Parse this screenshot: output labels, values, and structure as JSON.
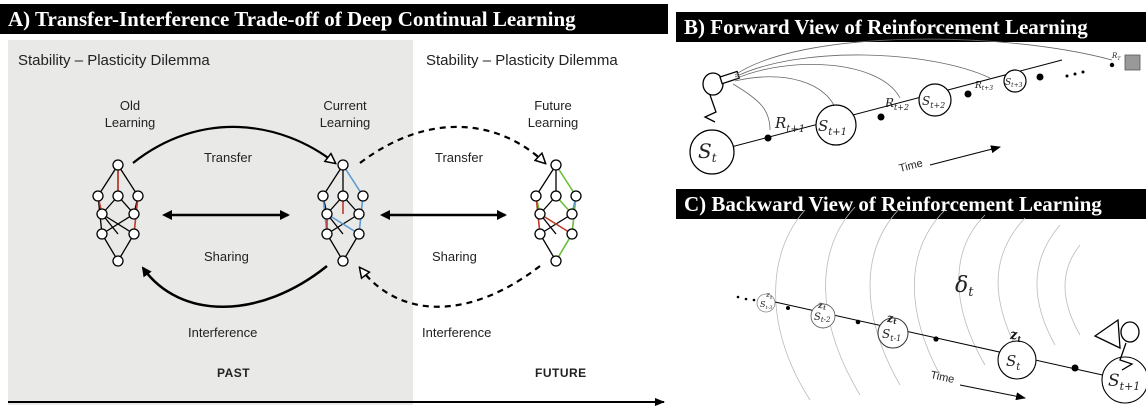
{
  "panel_a": {
    "title": "A) Transfer-Interference Trade-off of Deep Continual Learning",
    "dilemma_left": "Stability – Plasticity Dilemma",
    "dilemma_right": "Stability – Plasticity Dilemma",
    "old_learning": "Old Learning",
    "current_learning": "Current Learning",
    "future_learning": "Future Learning",
    "transfer_1": "Transfer",
    "transfer_2": "Transfer",
    "sharing_1": "Sharing",
    "sharing_2": "Sharing",
    "interference_1": "Interference",
    "interference_2": "Interference",
    "past": "PAST",
    "future": "FUTURE",
    "colors": {
      "past_bg": "#e9e9e8",
      "red_edge": "#c0392b",
      "blue_edge": "#5b9bd5",
      "green_edge": "#6abf3a"
    }
  },
  "panel_b": {
    "title": "B) Forward View of Reinforcement Learning",
    "time_label": "Time",
    "states": [
      "S_t",
      "S_t+1",
      "S_t+2",
      "S_t+3"
    ],
    "rewards": [
      "R_t+1",
      "R_t+2",
      "R_t+3",
      "R_T"
    ],
    "icons": [
      "person-with-telescope-icon",
      "terminal-state-square-icon"
    ]
  },
  "panel_c": {
    "title": "C) Backward View of Reinforcement Learning",
    "time_label": "Time",
    "delta_label": "δ_t",
    "states": [
      "S_t-3",
      "S_t-2",
      "S_t-1",
      "S_t",
      "S_t+1"
    ],
    "traces": [
      "z_t",
      "z_t",
      "z_t",
      "z_t"
    ],
    "icons": [
      "person-with-megaphone-icon"
    ]
  }
}
